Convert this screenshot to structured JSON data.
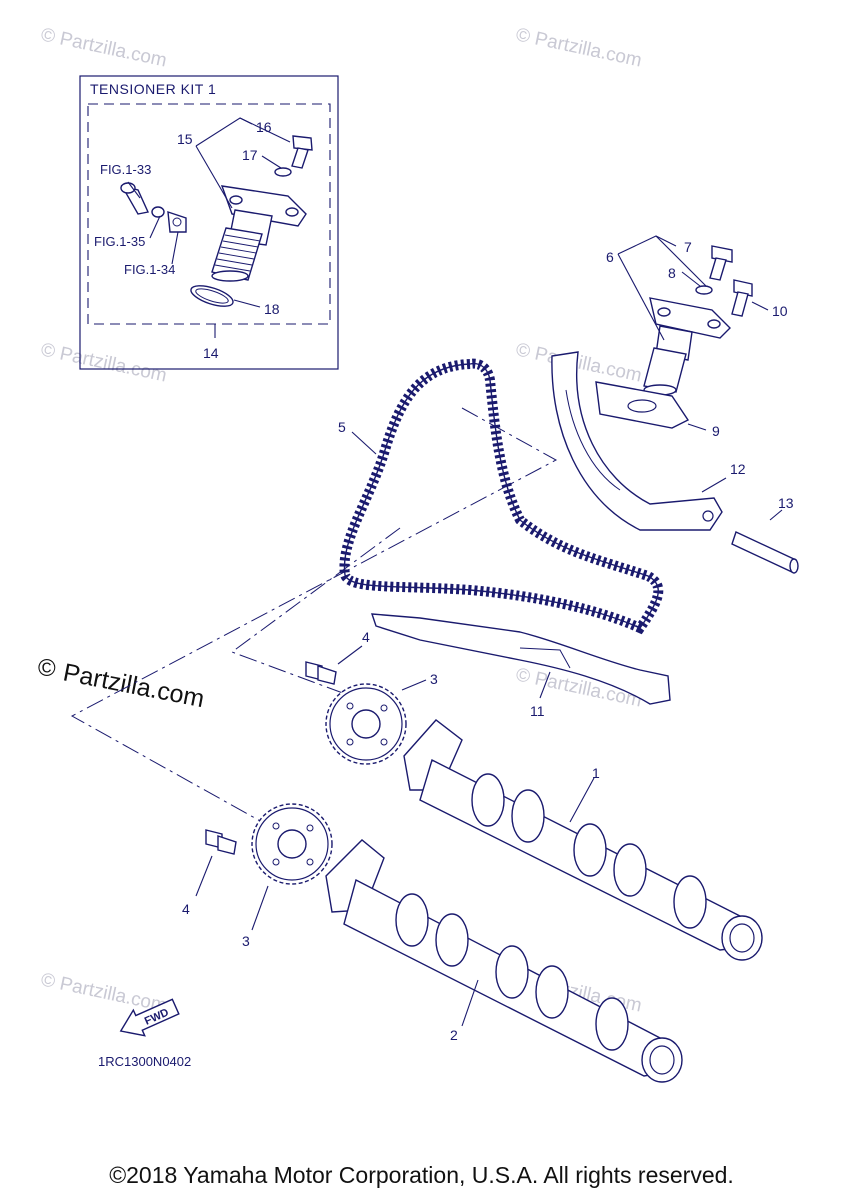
{
  "diagram": {
    "kit_title": "TENSIONER KIT 1",
    "fig_refs": [
      "FIG.1-33",
      "FIG.1-35",
      "FIG.1-34"
    ],
    "callouts": {
      "c16": "16",
      "c15": "15",
      "c17": "17",
      "c18": "18",
      "c14": "14",
      "c7": "7",
      "c6": "6",
      "c8": "8",
      "c10": "10",
      "c9": "9",
      "c5": "5",
      "c12": "12",
      "c13": "13",
      "c4a": "4",
      "c3a": "3",
      "c11": "11",
      "c1": "1",
      "c4b": "4",
      "c3b": "3",
      "c2": "2"
    },
    "fwd_label": "FWD",
    "drawing_code": "1RC1300N0402"
  },
  "watermark": {
    "small": "© Partzilla.com",
    "large_symbol": "©",
    "large_text": "Partzilla.com"
  },
  "footer": {
    "copyright": "©2018 Yamaha Motor Corporation, U.S.A. All rights reserved."
  },
  "colors": {
    "line": "#1a1a6e",
    "watermark": "#c9c9d4"
  }
}
